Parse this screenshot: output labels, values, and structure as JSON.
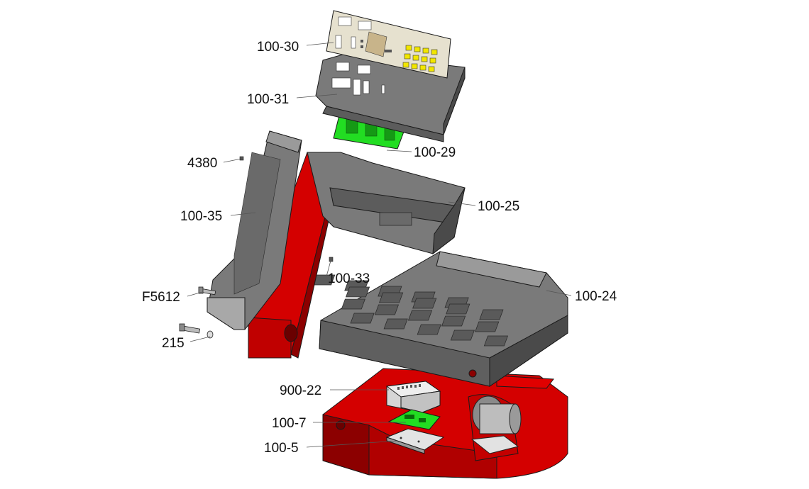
{
  "diagram": {
    "callouts": {
      "p100_30": "100-30",
      "p100_31": "100-31",
      "p100_29": "100-29",
      "p4380": "4380",
      "p100_25": "100-25",
      "p100_35": "100-35",
      "p100_33": "100-33",
      "p100_24": "100-24",
      "pF5612": "F5612",
      "p215": "215",
      "p900_22": "900-22",
      "p100_7": "100-7",
      "p100_5": "100-5"
    },
    "colors": {
      "red_body": "#d40000",
      "red_dark": "#8c0000",
      "grey_body": "#7a7a7a",
      "grey_dark": "#4a4a4a",
      "grey_light": "#a8a8a8",
      "pcb_green": "#22dd22",
      "label_beige": "#e6e1cf",
      "key_yellow": "#f2e600",
      "silver": "#d6d6d6"
    }
  }
}
